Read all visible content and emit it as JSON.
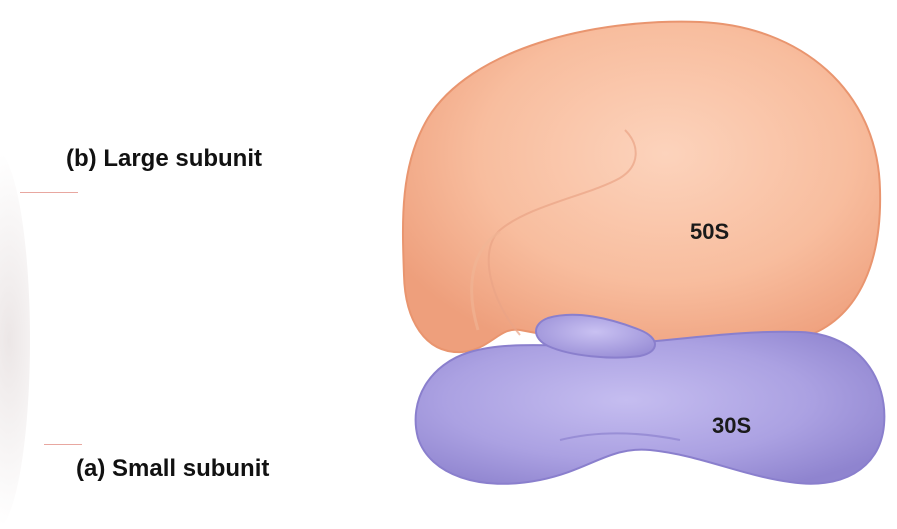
{
  "figure": {
    "large_subunit": {
      "tag": "(b)",
      "label": "Large subunit",
      "sedimentation": "50S",
      "color": "#f6b28f"
    },
    "small_subunit": {
      "tag": "(a)",
      "label": "Small subunit",
      "sedimentation": "30S",
      "color": "#a99fe0"
    }
  }
}
